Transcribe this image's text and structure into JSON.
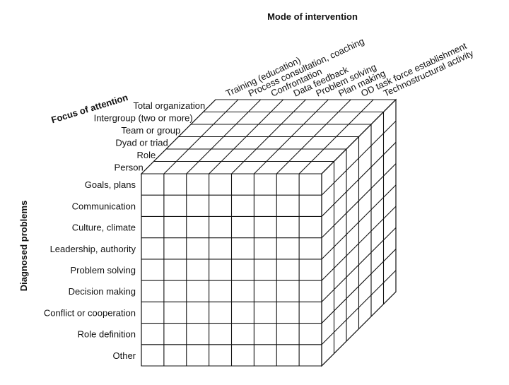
{
  "axis_titles": {
    "mode": "Mode of intervention",
    "focus": "Focus of attention",
    "problems": "Diagnosed problems"
  },
  "interventions": [
    "Training (education)",
    "Process consultation, coaching",
    "Confrontation",
    "Data feedback",
    "Problem solving",
    "Plan making",
    "OD task force establishment",
    "Technostructural activity"
  ],
  "focus_levels": [
    "Person",
    "Role",
    "Dyad or triad",
    "Team or group",
    "Intergroup (two or more)",
    "Total organization"
  ],
  "problems": [
    "Goals, plans",
    "Communication",
    "Culture, climate",
    "Leadership, authority",
    "Problem solving",
    "Decision making",
    "Conflict or cooperation",
    "Role definition",
    "Other"
  ]
}
